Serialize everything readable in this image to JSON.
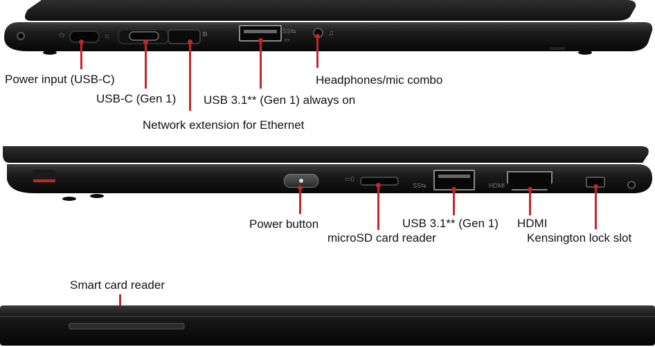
{
  "views": {
    "left_side": {
      "labels": {
        "power_input": "Power input (USB-C)",
        "usb_c": "USB-C (Gen 1)",
        "usb_always_on": "USB 3.1** (Gen 1) always on",
        "network_extension": "Network extension for Ethernet",
        "headphones": "Headphones/mic combo"
      }
    },
    "right_side": {
      "labels": {
        "power_button": "Power button",
        "microsd": "microSD card reader",
        "usb": "USB 3.1** (Gen 1)",
        "hdmi": "HDMI",
        "kensington": "Kensington lock slot"
      }
    },
    "front": {
      "labels": {
        "smart_card": "Smart card reader"
      }
    }
  },
  "colors": {
    "pointer": "#c4262b",
    "chassis": "#161616",
    "text": "#111111"
  }
}
